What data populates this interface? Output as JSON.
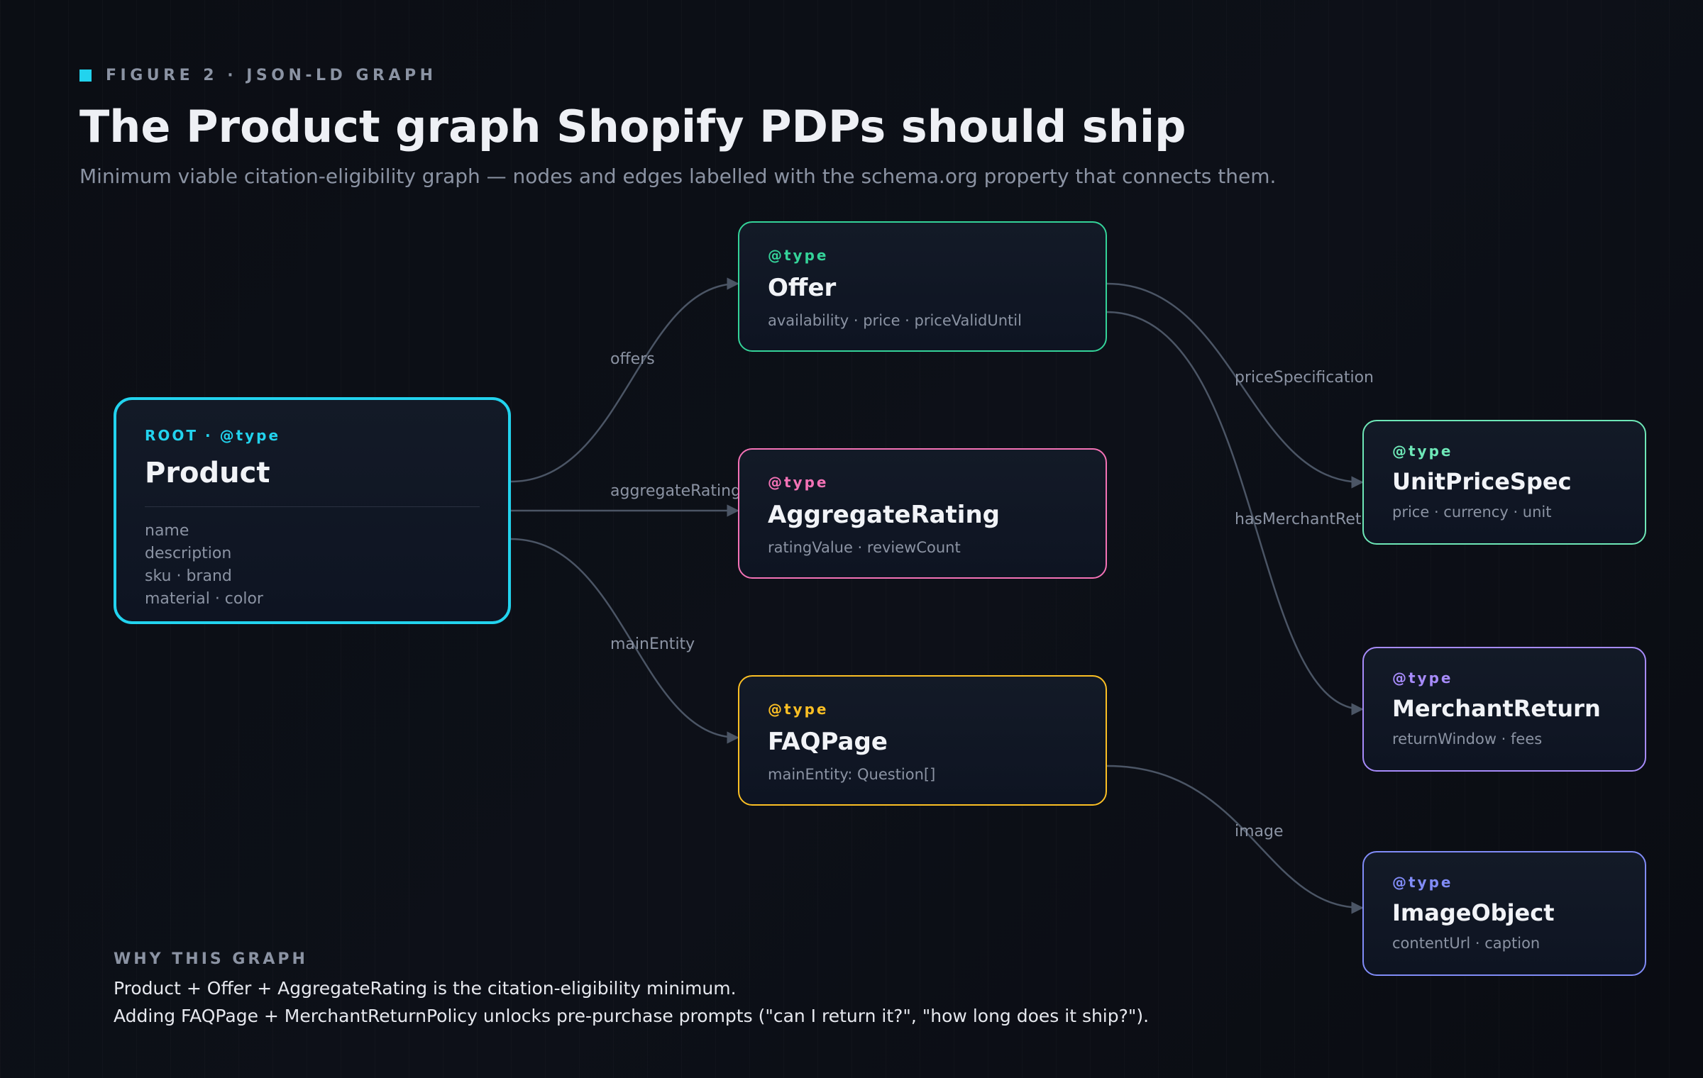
{
  "header": {
    "eyebrow": "FIGURE 2 · JSON-LD GRAPH",
    "title": "The Product graph Shopify PDPs should ship",
    "subtitle": "Minimum viable citation-eligibility graph — nodes and edges labelled with the schema.org property that connects them."
  },
  "nodes": {
    "product": {
      "type_label": "ROOT · @type",
      "name": "Product",
      "props": [
        "name",
        "description",
        "sku · brand",
        "material · color"
      ],
      "color": "#22d3ee"
    },
    "offer": {
      "type_label": "@type",
      "name": "Offer",
      "props": "availability · price · priceValidUntil",
      "color": "#34d399"
    },
    "aggregate_rating": {
      "type_label": "@type",
      "name": "AggregateRating",
      "props": "ratingValue · reviewCount",
      "color": "#f472b6"
    },
    "faq_page": {
      "type_label": "@type",
      "name": "FAQPage",
      "props": "mainEntity: Question[]",
      "color": "#fbbf24"
    },
    "unit_price_spec": {
      "type_label": "@type",
      "name": "UnitPriceSpec",
      "props": "price · currency · unit",
      "color": "#6ee7b7"
    },
    "merchant_return": {
      "type_label": "@type",
      "name": "MerchantReturn",
      "props": "returnWindow · fees",
      "color": "#a78bfa"
    },
    "image_object": {
      "type_label": "@type",
      "name": "ImageObject",
      "props": "contentUrl · caption",
      "color": "#818cf8"
    }
  },
  "edges": {
    "offers": "offers",
    "aggregate_rating": "aggregateRating",
    "main_entity": "mainEntity",
    "price_specification": "priceSpecification",
    "has_merchant_return": "hasMerchantRet",
    "image": "image"
  },
  "edge_color": "#4b5565",
  "why": {
    "heading": "WHY THIS GRAPH",
    "line1": "Product + Offer + AggregateRating is the citation-eligibility minimum.",
    "line2": "Adding FAQPage + MerchantReturnPolicy unlocks pre-purchase prompts (\"can I return it?\", \"how long does it ship?\")."
  }
}
